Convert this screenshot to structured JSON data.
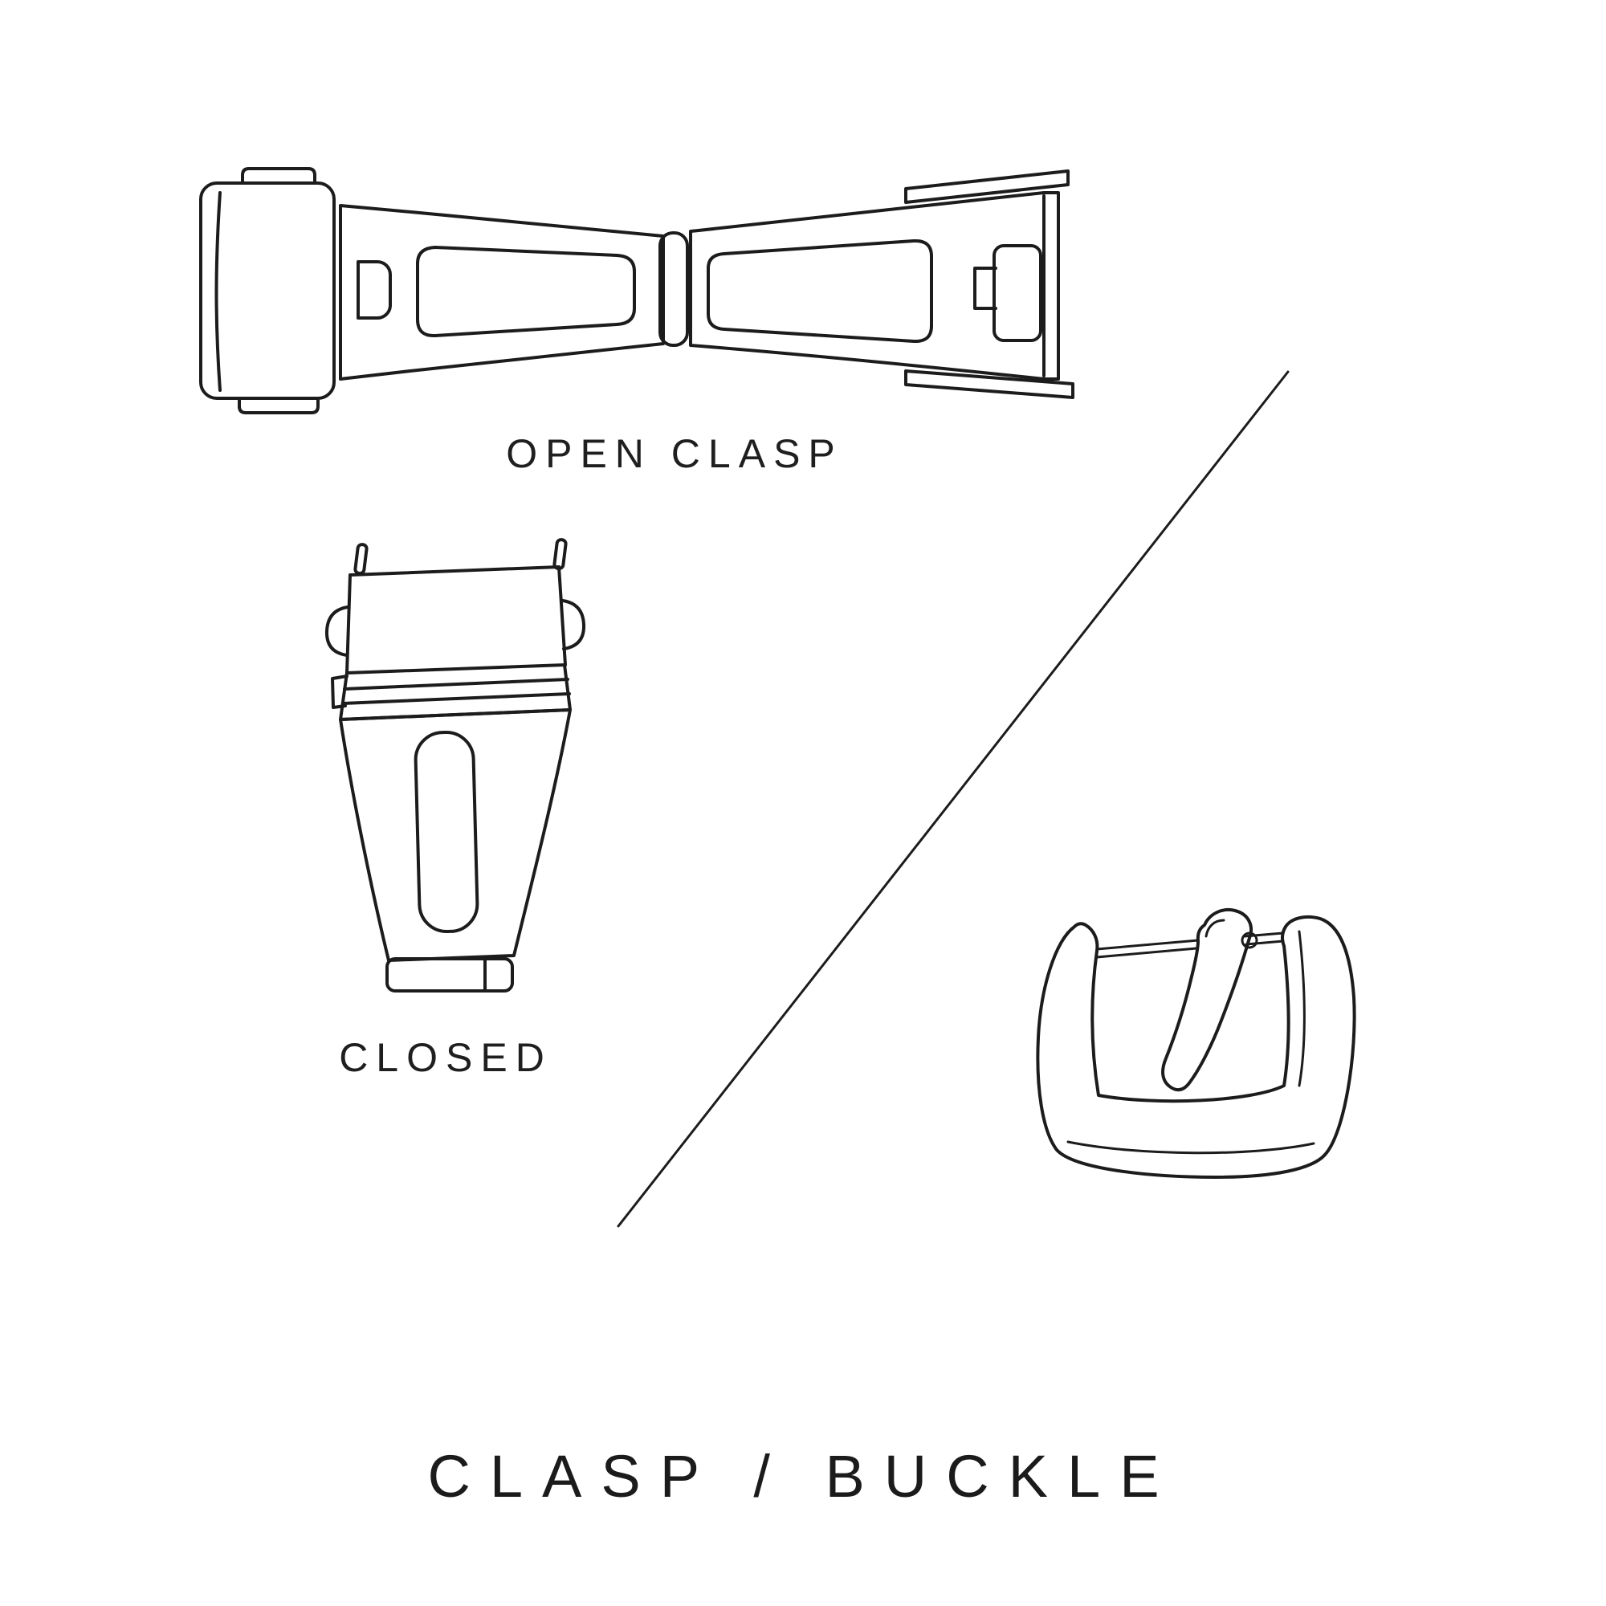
{
  "diagram": {
    "title": "CLASP / BUCKLE",
    "background": "#ffffff",
    "line_color": "#1c1c1c",
    "text_color": "#1f1f1f",
    "figures": [
      {
        "id": "open-clasp",
        "label": "OPEN CLASP"
      },
      {
        "id": "closed-clasp",
        "label": "CLOSED"
      },
      {
        "id": "tang-buckle",
        "label": ""
      }
    ]
  }
}
